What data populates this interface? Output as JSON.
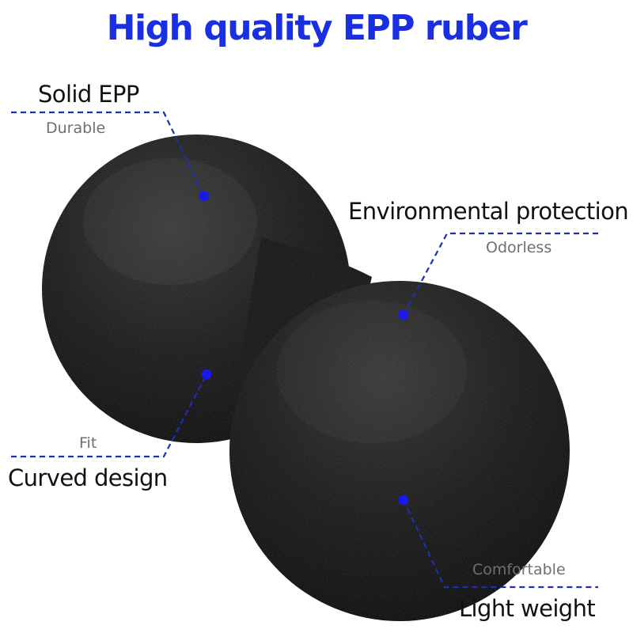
{
  "title": "High quality EPP ruber",
  "colors": {
    "title": "#1a2fe0",
    "callout_line": "#1e2fb0",
    "dot": "#1a1ae6",
    "product": "#0c0c0c"
  },
  "product": {
    "name": "peanut-massage-ball"
  },
  "callouts": [
    {
      "label": "Solid EPP",
      "sub": "Durable"
    },
    {
      "label": "Environmental protection",
      "sub": "Odorless"
    },
    {
      "label": "Curved design",
      "sub": "Fit"
    },
    {
      "label": "Light weight",
      "sub": "Comfortable"
    }
  ]
}
